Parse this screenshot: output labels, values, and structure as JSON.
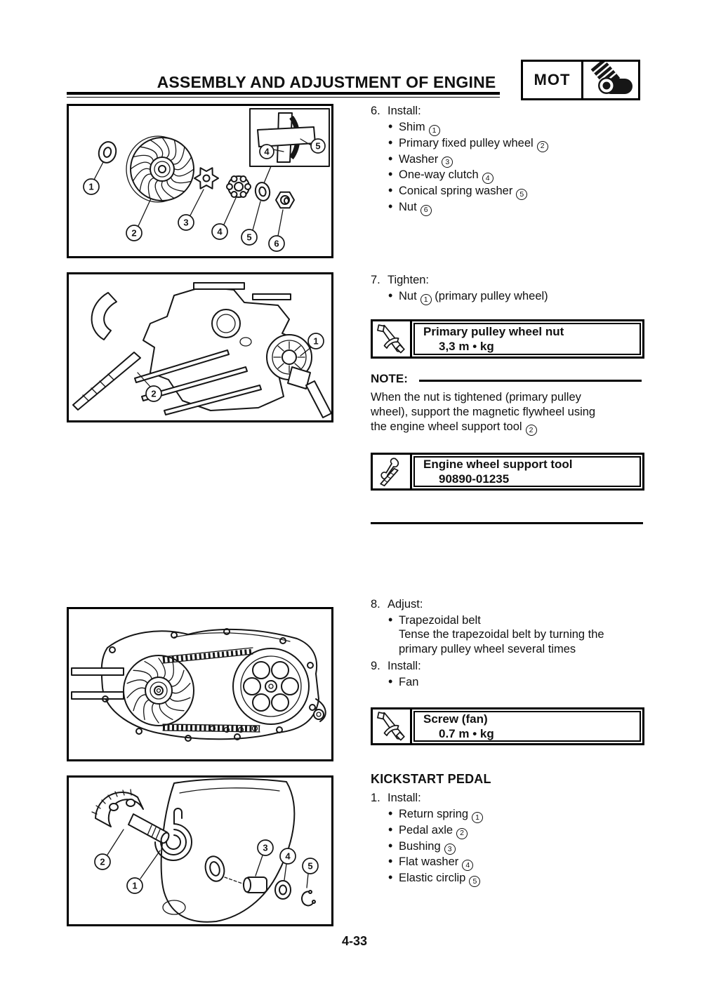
{
  "header": {
    "title": "ASSEMBLY AND ADJUSTMENT OF ENGINE",
    "badge_label": "MOT",
    "badge_icon": "engine-icon"
  },
  "steps": {
    "s6": {
      "num": "6.",
      "action": "Install:",
      "items": [
        {
          "label": "Shim",
          "num": "1"
        },
        {
          "label": "Primary fixed pulley wheel",
          "num": "2"
        },
        {
          "label": "Washer",
          "num": "3"
        },
        {
          "label": "One-way clutch",
          "num": "4"
        },
        {
          "label": "Conical spring washer",
          "num": "5"
        },
        {
          "label": "Nut",
          "num": "6"
        }
      ]
    },
    "s7": {
      "num": "7.",
      "action": "Tighten:",
      "item": {
        "label": "Nut",
        "num": "1",
        "suffix": "(primary pulley wheel)"
      }
    },
    "s8": {
      "num": "8.",
      "action": "Adjust:",
      "item": "Trapezoidal belt",
      "details": [
        "Tense the trapezoidal belt by turning the",
        "primary pulley wheel several times"
      ]
    },
    "s9": {
      "num": "9.",
      "action": "Install:",
      "item": "Fan"
    }
  },
  "note": {
    "label": "NOTE:",
    "lines": [
      "When the nut is tightened (primary pulley",
      "wheel), support the magnetic flywheel using",
      "the engine wheel support tool"
    ],
    "ref_num": "2"
  },
  "specs": {
    "primary_nut": {
      "name": "Primary pulley wheel nut",
      "value": "3,3 m • kg",
      "icon": "torque-wrench-icon"
    },
    "support_tool": {
      "name": "Engine wheel support tool",
      "value": "90890-01235",
      "icon": "holder-tool-icon"
    },
    "fan_screw": {
      "name": "Screw (fan)",
      "value": "0.7 m • kg",
      "icon": "torque-wrench-icon"
    }
  },
  "kickstart": {
    "heading": "KICKSTART PEDAL",
    "step": {
      "num": "1.",
      "action": "Install:",
      "items": [
        {
          "label": "Return spring",
          "num": "1"
        },
        {
          "label": "Pedal axle",
          "num": "2"
        },
        {
          "label": "Bushing",
          "num": "3"
        },
        {
          "label": "Flat washer",
          "num": "4"
        },
        {
          "label": "Elastic circlip",
          "num": "5"
        }
      ]
    }
  },
  "figures": {
    "fig1": {
      "callouts": [
        "1",
        "2",
        "3",
        "4",
        "5",
        "6"
      ],
      "inset_callouts": [
        "4",
        "5"
      ]
    },
    "fig2": {
      "callouts": [
        "1",
        "2"
      ]
    },
    "fig3": {
      "callouts": []
    },
    "fig4": {
      "callouts": [
        "1",
        "2",
        "3",
        "4",
        "5"
      ]
    }
  },
  "footer": {
    "page_number": "4-33"
  }
}
